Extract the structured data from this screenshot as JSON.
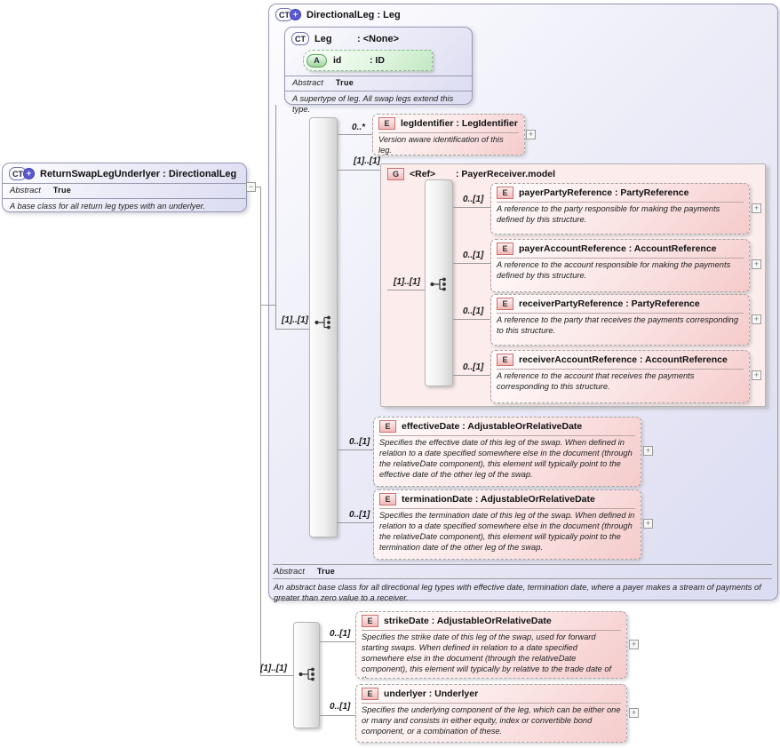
{
  "icons": {
    "complex_type": "CT",
    "element": "E",
    "attribute": "A",
    "group": "G",
    "plus_badge": "+",
    "expand": "+",
    "collapse": "−"
  },
  "colors": {
    "class_fill": "#e7e7f7",
    "element_fill": "#f5cbcb",
    "attribute_fill": "#c2e8c2",
    "group_fill": "#fdecec",
    "connector": "#9a9a9a"
  },
  "return_swap_class": {
    "title": "ReturnSwapLegUnderlyer : DirectionalLeg",
    "abstract_label": "Abstract",
    "abstract_value": "True",
    "doc": "A base class for all return leg types with an underlyer."
  },
  "directional_leg_class": {
    "title": "DirectionalLeg : Leg",
    "abstract_label": "Abstract",
    "abstract_value": "True",
    "doc": "An abstract base class for all directional leg types with effective date, termination date, where a payer makes a stream of payments of greater than zero value to a receiver."
  },
  "leg_class": {
    "name": "Leg",
    "type": ": <None>",
    "attribute_name": "id",
    "attribute_type": ": ID",
    "abstract_label": "Abstract",
    "abstract_value": "True",
    "doc": "A supertype of leg. All swap legs extend this type."
  },
  "group": {
    "name": "<Ref>",
    "type": ": PayerReceiver.model",
    "cardinality": "[1]..[1]",
    "sequence_cardinality": "[1]..[1]"
  },
  "connectors": {
    "main_sequence_cardinality": "[1]..[1]",
    "bottom_sequence_cardinality": "[1]..[1]"
  },
  "elements": {
    "legIdentifier": {
      "cardinality": "0..*",
      "title": "legIdentifier : LegIdentifier",
      "doc": "Version aware identification of this leg."
    },
    "payerPartyReference": {
      "cardinality": "0..[1]",
      "title": "payerPartyReference : PartyReference",
      "doc": "A reference to the party responsible for making the payments defined by this structure."
    },
    "payerAccountReference": {
      "cardinality": "0..[1]",
      "title": "payerAccountReference : AccountReference",
      "doc": "A reference to the account responsible for making the payments defined by this structure."
    },
    "receiverPartyReference": {
      "cardinality": "0..[1]",
      "title": "receiverPartyReference : PartyReference",
      "doc": "A reference to the party that receives the payments corresponding to this structure."
    },
    "receiverAccountReference": {
      "cardinality": "0..[1]",
      "title": "receiverAccountReference : AccountReference",
      "doc": "A reference to the account that receives the payments corresponding to this structure."
    },
    "effectiveDate": {
      "cardinality": "0..[1]",
      "title": "effectiveDate : AdjustableOrRelativeDate",
      "doc": "Specifies the effective date of this leg of the swap. When defined in relation to a date specified somewhere else in the document (through the relativeDate component), this element will typically point to the effective date of the other leg of the swap."
    },
    "terminationDate": {
      "cardinality": "0..[1]",
      "title": "terminationDate : AdjustableOrRelativeDate",
      "doc": "Specifies the termination date of this leg of the swap. When defined in relation to a date specified somewhere else in the document (through the relativeDate component), this element will typically point to the termination date of the other leg of the swap."
    },
    "strikeDate": {
      "cardinality": "0..[1]",
      "title": "strikeDate : AdjustableOrRelativeDate",
      "doc": "Specifies the strike date of this leg of the swap, used for forward starting swaps. When defined in relation to a date specified somewhere else in the document (through the relativeDate component), this element will typically by relative to the trade date of the swap."
    },
    "underlyer": {
      "cardinality": "0..[1]",
      "title": "underlyer : Underlyer",
      "doc": "Specifies the underlying component of the leg, which can be either one or many and consists in either equity, index or convertible bond component, or a combination of these."
    }
  }
}
